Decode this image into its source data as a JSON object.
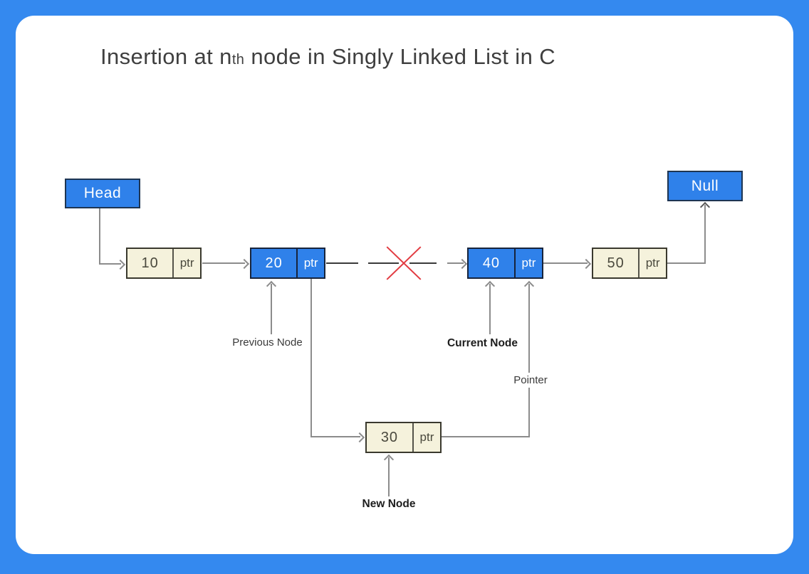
{
  "title": {
    "prefix": "Insertion at n",
    "sub": "th",
    "suffix": " node in Singly Linked List in C"
  },
  "head_box": {
    "label": "Head"
  },
  "null_box": {
    "label": "Null"
  },
  "nodes": [
    {
      "id": "node-10",
      "value": "10",
      "ptr": "ptr",
      "variant": "cream"
    },
    {
      "id": "node-20",
      "value": "20",
      "ptr": "ptr",
      "variant": "blue"
    },
    {
      "id": "node-40",
      "value": "40",
      "ptr": "ptr",
      "variant": "blue"
    },
    {
      "id": "node-50",
      "value": "50",
      "ptr": "ptr",
      "variant": "cream"
    },
    {
      "id": "node-30",
      "value": "30",
      "ptr": "ptr",
      "variant": "cream"
    }
  ],
  "labels": {
    "previous_node": "Previous Node",
    "current_node": "Current Node",
    "pointer": "Pointer",
    "new_node": "New Node"
  },
  "colors": {
    "frame_blue": "#3489ef",
    "node_blue": "#2f81ea",
    "node_cream": "#f5f2dc",
    "line_gray": "#8c8c8c",
    "line_dark": "#3a3a3a",
    "cross_red": "#e23b41",
    "title_text": "#3f3f3f"
  }
}
